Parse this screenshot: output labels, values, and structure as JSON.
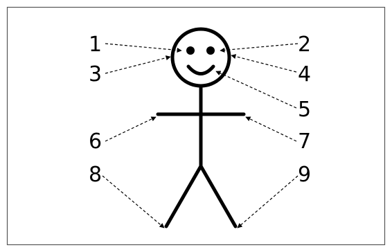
{
  "labels": {
    "l1": "1",
    "l2": "2",
    "l3": "3",
    "l4": "4",
    "l5": "5",
    "l6": "6",
    "l7": "7",
    "l8": "8",
    "l9": "9"
  },
  "colors": {
    "stroke": "#000000",
    "border": "#555555",
    "background": "#ffffff"
  }
}
